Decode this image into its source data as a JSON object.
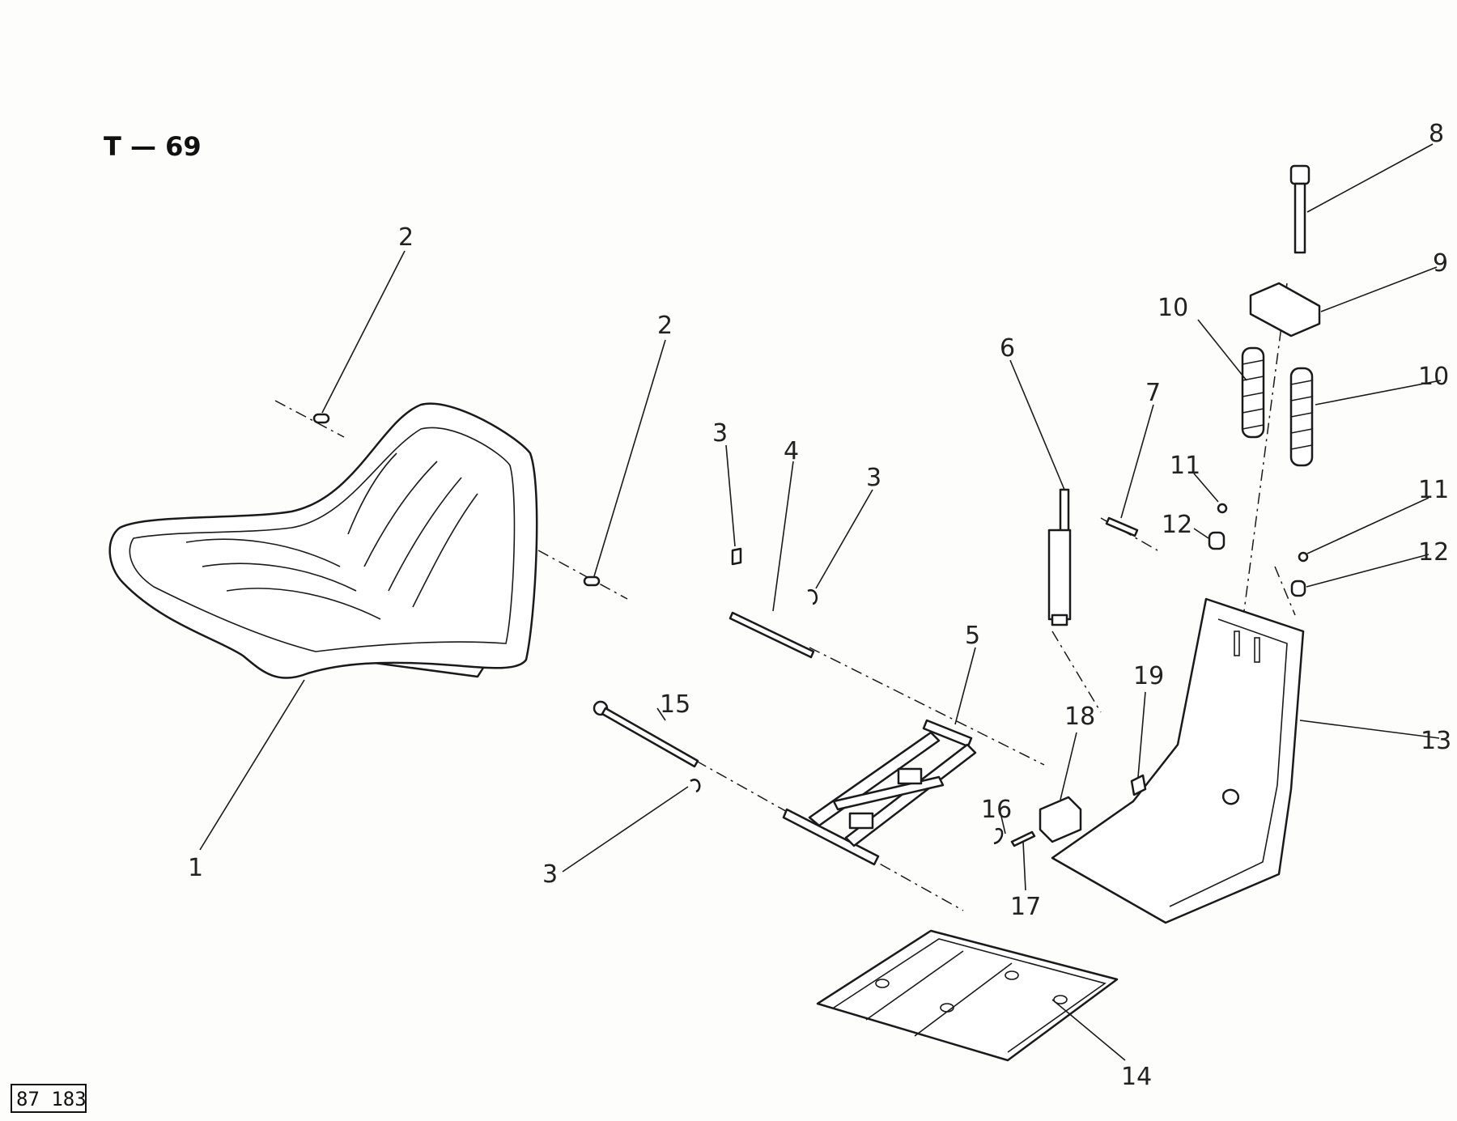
{
  "diagram": {
    "title": "T — 69",
    "stamp": "87 183",
    "callouts": [
      {
        "id": "c1",
        "label": "1"
      },
      {
        "id": "c2a",
        "label": "2"
      },
      {
        "id": "c2b",
        "label": "2"
      },
      {
        "id": "c3a",
        "label": "3"
      },
      {
        "id": "c3b",
        "label": "3"
      },
      {
        "id": "c3c",
        "label": "3"
      },
      {
        "id": "c4",
        "label": "4"
      },
      {
        "id": "c5",
        "label": "5"
      },
      {
        "id": "c6",
        "label": "6"
      },
      {
        "id": "c7",
        "label": "7"
      },
      {
        "id": "c8",
        "label": "8"
      },
      {
        "id": "c9",
        "label": "9"
      },
      {
        "id": "c10a",
        "label": "10"
      },
      {
        "id": "c10b",
        "label": "10"
      },
      {
        "id": "c11a",
        "label": "11"
      },
      {
        "id": "c11b",
        "label": "11"
      },
      {
        "id": "c12a",
        "label": "12"
      },
      {
        "id": "c12b",
        "label": "12"
      },
      {
        "id": "c13",
        "label": "13"
      },
      {
        "id": "c14",
        "label": "14"
      },
      {
        "id": "c15",
        "label": "15"
      },
      {
        "id": "c16",
        "label": "16"
      },
      {
        "id": "c17",
        "label": "17"
      },
      {
        "id": "c18",
        "label": "18"
      },
      {
        "id": "c19",
        "label": "19"
      }
    ]
  }
}
